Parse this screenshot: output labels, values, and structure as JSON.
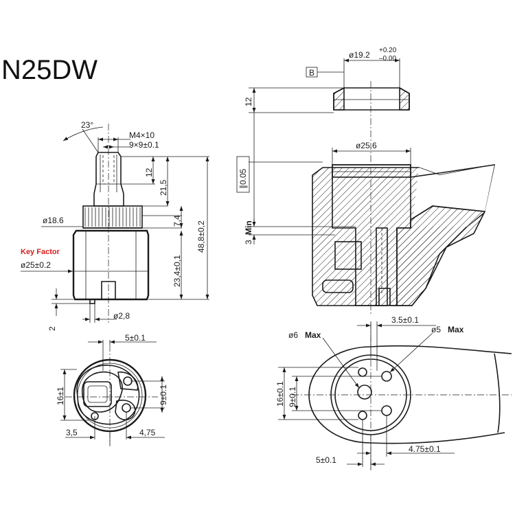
{
  "title": "N25DW",
  "key_factor": {
    "label": "Key Factor",
    "color": "#d21f1f"
  },
  "colors": {
    "line": "#1a1a1a",
    "background": "#ffffff"
  },
  "side_view": {
    "angle": "23°",
    "thread": "M4×10",
    "spline": "9×9±0.1",
    "stem_len": "12",
    "stem_total": "21,5",
    "crown_h": "7,4",
    "total_h": "48,8±0,2",
    "body_h": "23,4±0,1",
    "crown_dia": "ø18.6",
    "body_dia": "ø25±0.2",
    "pin_dia": "ø2,8",
    "base_gap": "2"
  },
  "bottom_view": {
    "top_off": "5±0.1",
    "height": "16±1",
    "inner": "9±0.1",
    "left": "3,5",
    "right": "4,75"
  },
  "seat_view": {
    "ring_dia": "ø19.2",
    "ring_tol_up": "+0.20",
    "ring_tol_dn": "–0.00",
    "datum": "B",
    "ring_h": "12",
    "bore_dia": "ø25.6",
    "flatness": "∥0.05",
    "min_depth": "3",
    "min_label": "Min"
  },
  "seat_plan": {
    "top_off": "3.5±0.1",
    "d6_label": "ø6",
    "d5_label": "ø5",
    "max_label": "Max",
    "height": "16±0.1",
    "inner": "9±0.1",
    "bottom_left": "5±0.1",
    "bottom_right": "4.75±0.1"
  }
}
